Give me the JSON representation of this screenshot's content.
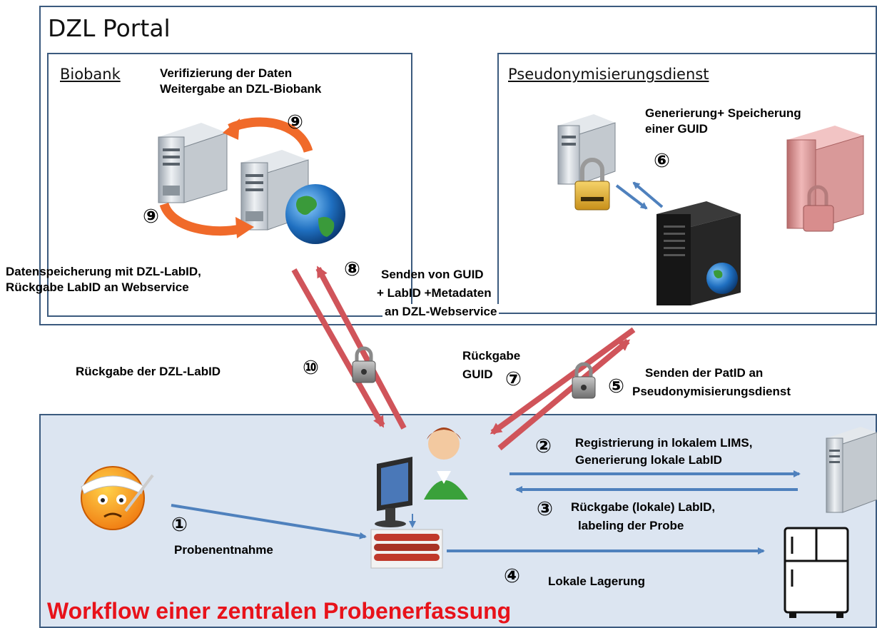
{
  "portal": {
    "title": "DZL Portal"
  },
  "biobank": {
    "title": "Biobank",
    "caption_line1": "Verifizierung der Daten",
    "caption_line2": "Weitergabe an DZL-Biobank"
  },
  "pseudo": {
    "title": "Pseudonymisierungsdienst",
    "caption_line1": "Generierung+ Speicherung",
    "caption_line2": "einer GUID"
  },
  "steps": {
    "s1": {
      "num": "①",
      "text": "Probenentnahme"
    },
    "s2": {
      "num": "②",
      "line1": "Registrierung in lokalem LIMS,",
      "line2": "Generierung lokale LabID"
    },
    "s3": {
      "num": "③",
      "line1": "Rückgabe (lokale) LabID,",
      "line2": "labeling der Probe"
    },
    "s4": {
      "num": "④",
      "text": "Lokale Lagerung"
    },
    "s5": {
      "num": "⑤",
      "line1": "Senden der PatID an",
      "line2": "Pseudonymisierungsdienst"
    },
    "s6": {
      "num": "⑥"
    },
    "s7": {
      "num": "⑦",
      "line1": "Rückgabe",
      "line2": "GUID"
    },
    "s8": {
      "num": "⑧",
      "line1": "Senden von GUID",
      "line2": "+ LabID +Metadaten",
      "line3": "an DZL-Webservice"
    },
    "s9": {
      "num": "⑨"
    },
    "s10": {
      "num": "⑩",
      "text": "Rückgabe der DZL-LabID"
    }
  },
  "storage_text": {
    "line1": "Datenspeicherung mit DZL-LabID,",
    "line2": "Rückgabe LabID  an Webservice"
  },
  "footer": {
    "title": "Workflow einer zentralen Probenerfassung"
  },
  "colors": {
    "frame": "#3b5a7e",
    "red_arrow": "#d0545a",
    "blue_arrow": "#4f81bd",
    "local_bg": "#dce5f1",
    "title_red": "#e8121a"
  },
  "icons": [
    "server-icon",
    "globe-icon",
    "padlock-icon",
    "sick-patient-icon",
    "lab-worker-icon",
    "sample-tubes-icon",
    "fridge-icon",
    "black-server-icon",
    "red-server-icon"
  ]
}
